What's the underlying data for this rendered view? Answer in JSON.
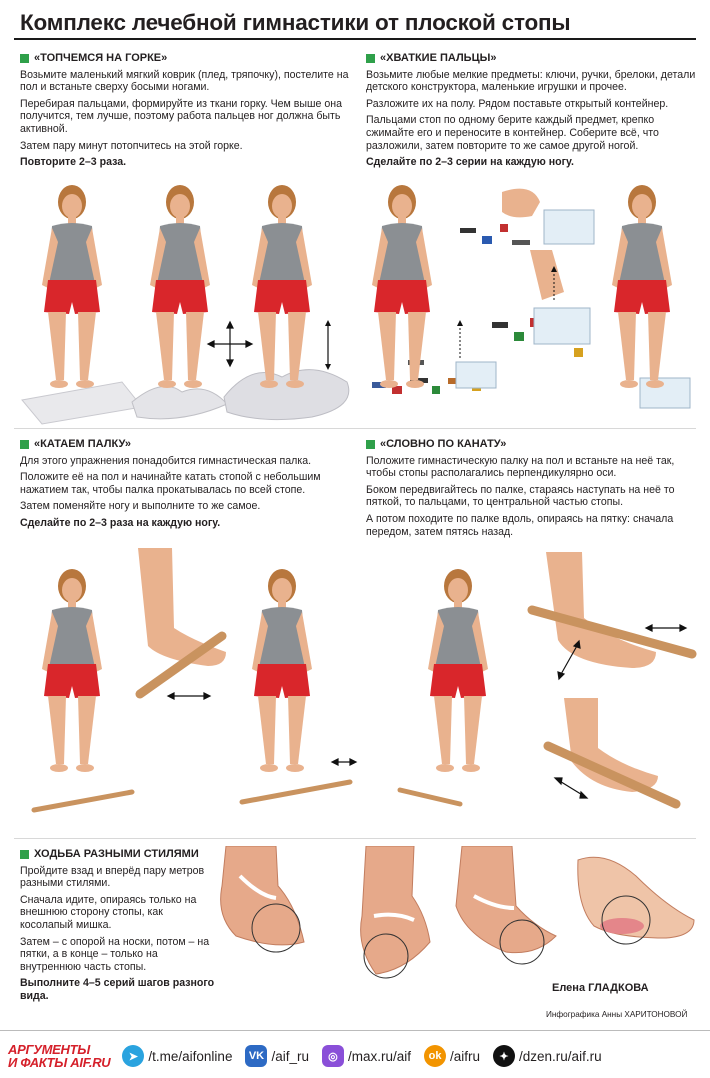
{
  "title": "Комплекс лечебной гимнастики от плоской стопы",
  "sections": {
    "s1": {
      "heading": "«ТОПЧЕМСЯ НА ГОРКЕ»",
      "p1": "Возьмите маленький мягкий коврик (плед, тряпочку), постелите на пол и встаньте сверху босыми ногами.",
      "p2": "Перебирая пальцами, формируйте из ткани горку. Чем выше она получится, тем лучше, поэтому работа пальцев ног должна быть активной.",
      "p3": "Затем пару минут потопчитесь на этой горке.",
      "p4": "Повторите 2–3 раза."
    },
    "s2": {
      "heading": "«ХВАТКИЕ ПАЛЬЦЫ»",
      "p1": "Возьмите любые мелкие предметы: ключи, ручки, брелоки, детали детского конструктора, маленькие игрушки и прочее.",
      "p2": "Разложите их на полу. Рядом поставьте открытый контейнер.",
      "p3": "Пальцами стоп по одному берите каждый предмет, крепко сжимайте его и переносите в контейнер. Соберите всё, что разложили, затем повторите то же самое другой ногой.",
      "p4": "Сделайте по 2–3 серии на каждую ногу."
    },
    "s3": {
      "heading": "«КАТАЕМ ПАЛКУ»",
      "p1": "Для этого упражнения понадобится гимнастическая палка.",
      "p2": "Положите её на пол и начинайте катать стопой с небольшим нажатием так, чтобы палка прокатывалась по всей стопе.",
      "p3": "Затем поменяйте ногу и выполните то же самое.",
      "p4": "Сделайте по 2–3 раза на каждую ногу."
    },
    "s4": {
      "heading": "«СЛОВНО ПО КАНАТУ»",
      "p1": "Положите гимнастическую палку на пол и встаньте на неё так, чтобы стопы располагались перпендикулярно оси.",
      "p2": "Боком передвигайтесь по палке, стараясь наступать на неё то пяткой, то пальцами, то центральной частью стопы.",
      "p3": "А потом походите по палке вдоль, опираясь на пятку: сначала передом, затем пятясь назад."
    },
    "s5": {
      "heading": "ХОДЬБА РАЗНЫМИ СТИЛЯМИ",
      "p1": "Пройдите взад и вперёд пару метров разными стилями.",
      "p2": "Сначала идите, опираясь только на внешнюю сторону стопы, как косолапый мишка.",
      "p3": "Затем – с опорой на носки, потом – на пятки, а в конце – только на внутреннюю часть стопы.",
      "p4": "Выполните 4–5 серий шагов разного вида."
    }
  },
  "author": "Елена ГЛАДКОВА",
  "credit": "Инфографика Анны ХАРИТОНОВОЙ",
  "footer": {
    "logo_line1": "АРГУМЕНТЫ",
    "logo_line2": "И ФАКТЫ AIF.RU",
    "links": [
      {
        "icon": "telegram-icon",
        "text": "/t.me/aifonline",
        "color": "#2aa3df"
      },
      {
        "icon": "vk-icon",
        "text": "/aif_ru",
        "color": "#2d6ac4"
      },
      {
        "icon": "max-icon",
        "text": "/max.ru/aif",
        "color": "#8a4fd8"
      },
      {
        "icon": "ok-icon",
        "text": "/aifru",
        "color": "#f29400"
      },
      {
        "icon": "dzen-icon",
        "text": "/dzen.ru/aif.ru",
        "color": "#111111"
      }
    ]
  },
  "colors": {
    "accent_green": "#2fa04a",
    "shirt": "#8b8f93",
    "shorts": "#d9262b",
    "skin": "#e9b28e",
    "hair": "#b8773d",
    "brand_red": "#d5202a"
  }
}
